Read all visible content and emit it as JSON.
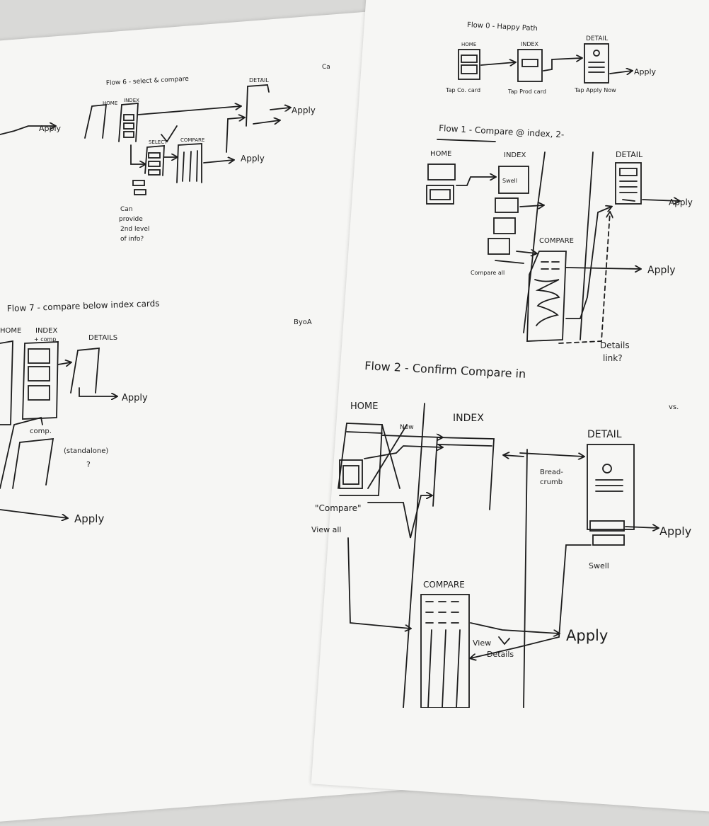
{
  "paper_color": "#f6f6f4",
  "ink_color": "#1c1c1c",
  "left_sheet": {
    "corner_marks": [
      "Ca"
    ],
    "top_flow": {
      "title": "Flow 6 - select & compare",
      "screen_labels": [
        "HOME",
        "INDEX",
        "DETAIL",
        "SELECT",
        "COMPARE"
      ],
      "apply_labels": [
        "Apply",
        "Apply",
        "Apply"
      ],
      "note": [
        "Can",
        "provide",
        "2nd level",
        "of info?"
      ]
    },
    "flow_7": {
      "title": "Flow 7 - compare below index cards",
      "screen_labels": [
        "HOME",
        "INDEX",
        "+ comp",
        "DETAILS",
        "comp.",
        "(standalone)",
        "?"
      ],
      "apply_labels": [
        "Apply",
        "Apply"
      ],
      "margin_note": "ByoA"
    }
  },
  "right_sheet": {
    "flow_0": {
      "title": "Flow 0 - Happy Path",
      "screen_labels": [
        "HOME",
        "INDEX",
        "DETAIL"
      ],
      "captions": [
        "Tap Co. card",
        "Tap Prod card",
        "Tap Apply Now"
      ],
      "apply_label": "Apply"
    },
    "flow_1": {
      "title": "Flow 1 - Compare @ index, 2-",
      "screen_labels": [
        "HOME",
        "INDEX",
        "DETAIL",
        "COMPARE"
      ],
      "annotations": [
        "Swell",
        "Compare all",
        "Details",
        "link?"
      ],
      "apply_labels": [
        "Apply",
        "Apply"
      ]
    },
    "flow_2": {
      "title": "Flow 2 - Confirm Compare in",
      "title_tail": "vs.",
      "screen_labels": [
        "HOME",
        "INDEX",
        "DETAIL",
        "COMPARE"
      ],
      "annotations": [
        "New",
        "\"Compare\"",
        "View all",
        "Bread-",
        "crumb",
        "Swell",
        "View",
        "Details"
      ],
      "apply_labels": [
        "Apply",
        "Apply"
      ]
    }
  }
}
